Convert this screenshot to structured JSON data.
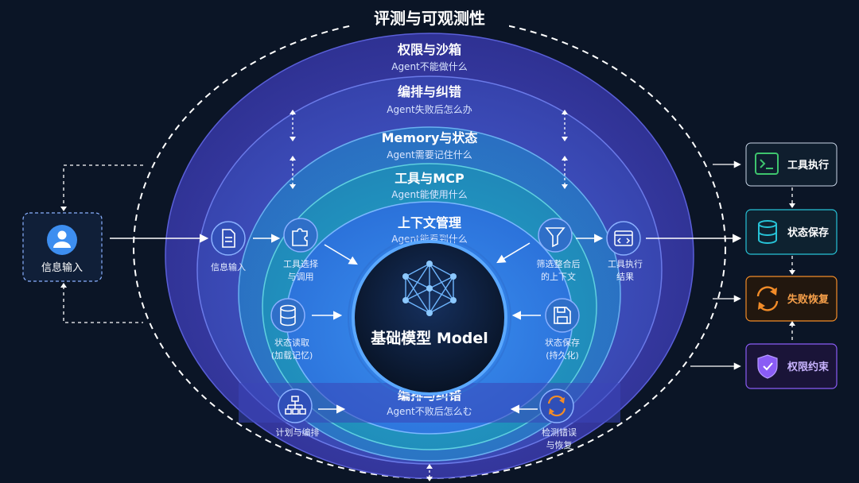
{
  "title": "评测与可观测性",
  "input": {
    "label": "信息输入"
  },
  "layers": [
    {
      "id": "sandbox",
      "title": "权限与沙箱",
      "subtitle": "Agent不能做什么"
    },
    {
      "id": "orchestrate",
      "title": "编排与纠错",
      "subtitle": "Agent失败后怎么办"
    },
    {
      "id": "memory",
      "title": "Memory与状态",
      "subtitle": "Agent需要记住什么"
    },
    {
      "id": "tools",
      "title": "工具与MCP",
      "subtitle": "Agent能使用什么"
    },
    {
      "id": "context",
      "title": "上下文管理",
      "subtitle": "Agent能看到什么"
    }
  ],
  "bottom_layer": {
    "title": "编排与纠错",
    "subtitle": "Agent不败后怎么む"
  },
  "core": {
    "label": "基础模型 Model"
  },
  "nodes": {
    "info_input": "信息输入",
    "tool_select": [
      "工具选择",
      "与调用"
    ],
    "filter": [
      "筛选整合后",
      "的上下文"
    ],
    "tool_result": [
      "工具执行",
      "结果"
    ],
    "state_read": [
      "状态读取",
      "(加载记忆)"
    ],
    "state_save": [
      "状态保存",
      "(持久化)"
    ],
    "plan": [
      "计划与编排"
    ],
    "detect": [
      "检测错误",
      "与恢复"
    ]
  },
  "side_panel": [
    {
      "label": "工具执行",
      "icon": "terminal-icon",
      "color": "#3ec46d"
    },
    {
      "label": "状态保存",
      "icon": "database-icon",
      "color": "#27c2d6"
    },
    {
      "label": "失败恢复",
      "icon": "refresh-icon",
      "color": "#f28c28"
    },
    {
      "label": "权限约束",
      "icon": "shield-icon",
      "color": "#8a5cf5"
    }
  ],
  "colors": {
    "background": "#0b1526",
    "outer_ring": "#3a3fa8",
    "inner_ring": "#1e8fc8",
    "core": "#0b1a35",
    "accent": "#4aa3ff"
  }
}
